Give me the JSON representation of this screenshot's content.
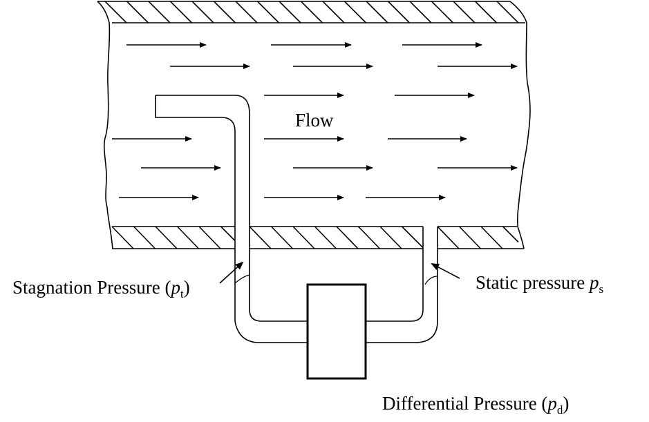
{
  "diagram": {
    "title": "Pitot tube differential pressure measurement in pipe flow",
    "flow_label": "Flow",
    "labels": {
      "stagnation": {
        "prefix": "Stagnation Pressure (",
        "symbol": "p",
        "subscript": "t",
        "suffix": ")"
      },
      "static": {
        "prefix": "Static pressure ",
        "symbol": "p",
        "subscript": "s",
        "suffix": ""
      },
      "differential": {
        "prefix": "Differential Pressure (",
        "symbol": "p",
        "subscript": "d",
        "suffix": ")"
      }
    },
    "components": [
      "pipe-top-wall",
      "pipe-bottom-wall",
      "pitot-tube",
      "static-tap",
      "differential-gauge",
      "flow-arrows"
    ],
    "colors": {
      "stroke": "#000000",
      "background": "#ffffff"
    }
  }
}
